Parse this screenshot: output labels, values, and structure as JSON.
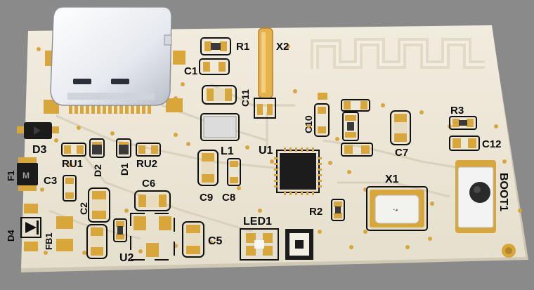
{
  "colors": {
    "background": "#8a8a8a",
    "board": "#ece7d8",
    "board_edge": "#cfc8b4",
    "pad_gold": "#d9a63a",
    "silk": "#111111",
    "usb_metal": "#e9ecf2"
  },
  "labels": {
    "r1": "R1",
    "x2": "X2",
    "c1": "C1",
    "c11": "C11",
    "c10": "C10",
    "r3": "R3",
    "c7": "C7",
    "c12": "C12",
    "d3": "D3",
    "ru1": "RU1",
    "d2": "D2",
    "d1": "D1",
    "ru2": "RU2",
    "l1": "L1",
    "u1": "U1",
    "x1": "X1",
    "boot1": "BOOT1",
    "c3": "C3",
    "f1": "F1",
    "c2": "C2",
    "c6": "C6",
    "c9": "C9",
    "c8": "C8",
    "r2": "R2",
    "d4": "D4",
    "fb1": "FB1",
    "u2": "U2",
    "c5": "C5",
    "led1": "LED1"
  }
}
